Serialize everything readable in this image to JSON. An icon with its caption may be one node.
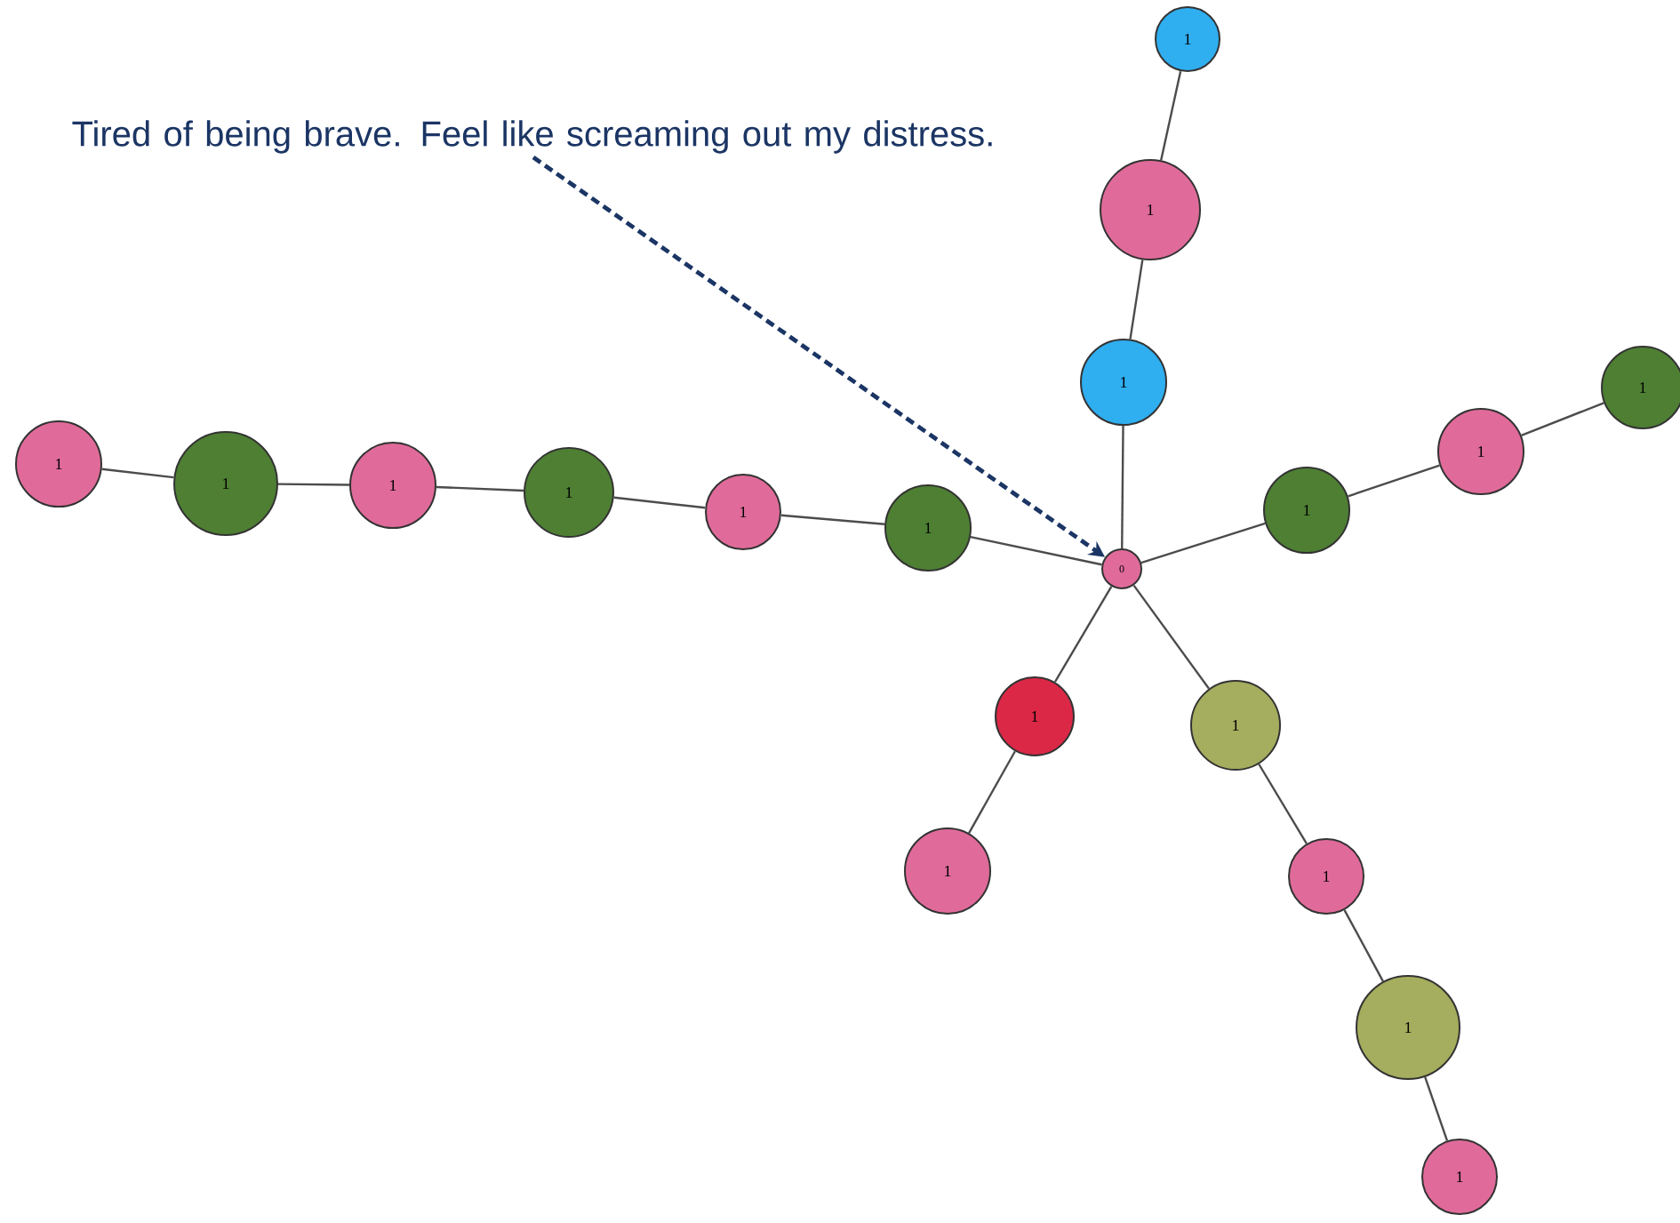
{
  "diagram": {
    "nodes": [
      {
        "text": [
          "Tired of being brave. Feel like screaming out my distress."
        ]
      },
      {
        "text": [
          "1"
        ]
      },
      {
        "text": [
          "1"
        ]
      },
      {
        "text": [
          "1"
        ]
      },
      {
        "text": [
          "1"
        ]
      },
      {
        "text": [
          "1"
        ]
      },
      {
        "text": [
          "1"
        ]
      },
      {
        "text": [
          "1"
        ]
      },
      {
        "text": [
          "1"
        ]
      },
      {
        "text": [
          "1"
        ]
      },
      {
        "text": [
          "1"
        ]
      },
      {
        "text": [
          "1"
        ]
      },
      {
        "text": [
          "1"
        ]
      },
      {
        "text": [
          "0"
        ]
      },
      {
        "text": [
          "1"
        ]
      },
      {
        "text": [
          "1"
        ]
      },
      {
        "text": [
          "1"
        ]
      },
      {
        "text": [
          "1"
        ]
      },
      {
        "text": [
          "1"
        ]
      },
      {
        "text": [
          "1"
        ]
      }
    ],
    "edges": [
      {
        "from": 0,
        "to": 13,
        "arrow": "to",
        "style": "dashed",
        "color": "#1b3564"
      },
      {
        "from": 1,
        "to": 2,
        "arrow": "none"
      },
      {
        "from": 2,
        "to": 3,
        "arrow": "none"
      },
      {
        "from": 3,
        "to": 13,
        "arrow": "none"
      },
      {
        "from": 13,
        "to": 10,
        "arrow": "none"
      },
      {
        "from": 10,
        "to": 5,
        "arrow": "none"
      },
      {
        "from": 5,
        "to": 4,
        "arrow": "none"
      },
      {
        "from": 6,
        "to": 7,
        "arrow": "none"
      },
      {
        "from": 7,
        "to": 8,
        "arrow": "none"
      },
      {
        "from": 8,
        "to": 9,
        "arrow": "none"
      },
      {
        "from": 9,
        "to": 11,
        "arrow": "none"
      },
      {
        "from": 11,
        "to": 12,
        "arrow": "none"
      },
      {
        "from": 12,
        "to": 13,
        "arrow": "none"
      },
      {
        "from": 13,
        "to": 14,
        "arrow": "none"
      },
      {
        "from": 14,
        "to": 16,
        "arrow": "none"
      },
      {
        "from": 13,
        "to": 15,
        "arrow": "none"
      },
      {
        "from": 15,
        "to": 17,
        "arrow": "none"
      },
      {
        "from": 17,
        "to": 18,
        "arrow": "none"
      },
      {
        "from": 18,
        "to": 19,
        "arrow": "none"
      }
    ]
  }
}
